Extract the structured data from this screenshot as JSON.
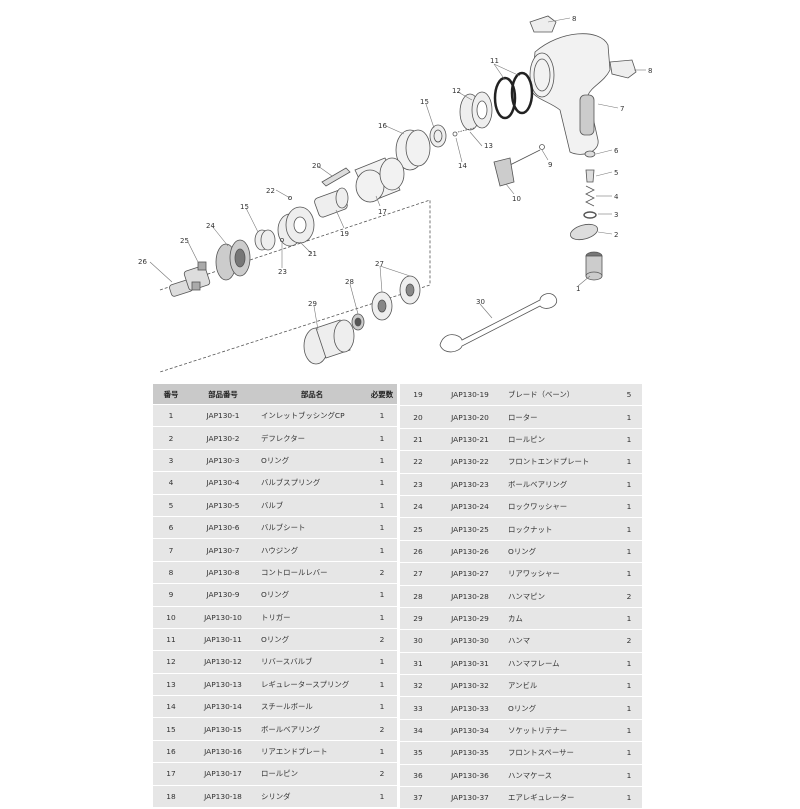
{
  "diagram": {
    "callouts": [
      "1",
      "2",
      "3",
      "4",
      "5",
      "6",
      "7",
      "8",
      "8",
      "9",
      "10",
      "11",
      "12",
      "13",
      "14",
      "15",
      "15",
      "16",
      "17",
      "19",
      "20",
      "21",
      "22",
      "23",
      "24",
      "25",
      "26",
      "27",
      "28",
      "29",
      "30"
    ]
  },
  "table": {
    "headers": [
      "番号",
      "部品番号",
      "部品名",
      "必要数"
    ],
    "left_rows": [
      {
        "no": "1",
        "part": "JAP130-1",
        "name": "インレットブッシングCP",
        "qty": "1"
      },
      {
        "no": "2",
        "part": "JAP130-2",
        "name": "デフレクター",
        "qty": "1"
      },
      {
        "no": "3",
        "part": "JAP130-3",
        "name": "Oリング",
        "qty": "1"
      },
      {
        "no": "4",
        "part": "JAP130-4",
        "name": "バルブスプリング",
        "qty": "1"
      },
      {
        "no": "5",
        "part": "JAP130-5",
        "name": "バルブ",
        "qty": "1"
      },
      {
        "no": "6",
        "part": "JAP130-6",
        "name": "バルブシート",
        "qty": "1"
      },
      {
        "no": "7",
        "part": "JAP130-7",
        "name": "ハウジング",
        "qty": "1"
      },
      {
        "no": "8",
        "part": "JAP130-8",
        "name": "コントロールレバー",
        "qty": "2"
      },
      {
        "no": "9",
        "part": "JAP130-9",
        "name": "Oリング",
        "qty": "1"
      },
      {
        "no": "10",
        "part": "JAP130-10",
        "name": "トリガー",
        "qty": "1"
      },
      {
        "no": "11",
        "part": "JAP130-11",
        "name": "Oリング",
        "qty": "2"
      },
      {
        "no": "12",
        "part": "JAP130-12",
        "name": "リバースバルブ",
        "qty": "1"
      },
      {
        "no": "13",
        "part": "JAP130-13",
        "name": "レギュレータースプリング",
        "qty": "1"
      },
      {
        "no": "14",
        "part": "JAP130-14",
        "name": "スチールボール",
        "qty": "1"
      },
      {
        "no": "15",
        "part": "JAP130-15",
        "name": "ボールベアリング",
        "qty": "2"
      },
      {
        "no": "16",
        "part": "JAP130-16",
        "name": "リアエンドプレート",
        "qty": "1"
      },
      {
        "no": "17",
        "part": "JAP130-17",
        "name": "ロールピン",
        "qty": "2"
      },
      {
        "no": "18",
        "part": "JAP130-18",
        "name": "シリンダ",
        "qty": "1"
      }
    ],
    "right_rows": [
      {
        "no": "19",
        "part": "JAP130-19",
        "name": "ブレード（ベーン）",
        "qty": "5"
      },
      {
        "no": "20",
        "part": "JAP130-20",
        "name": "ローター",
        "qty": "1"
      },
      {
        "no": "21",
        "part": "JAP130-21",
        "name": "ロールピン",
        "qty": "1"
      },
      {
        "no": "22",
        "part": "JAP130-22",
        "name": "フロントエンドプレート",
        "qty": "1"
      },
      {
        "no": "23",
        "part": "JAP130-23",
        "name": "ボールベアリング",
        "qty": "1"
      },
      {
        "no": "24",
        "part": "JAP130-24",
        "name": "ロックワッシャー",
        "qty": "1"
      },
      {
        "no": "25",
        "part": "JAP130-25",
        "name": "ロックナット",
        "qty": "1"
      },
      {
        "no": "26",
        "part": "JAP130-26",
        "name": "Oリング",
        "qty": "1"
      },
      {
        "no": "27",
        "part": "JAP130-27",
        "name": "リアワッシャー",
        "qty": "1"
      },
      {
        "no": "28",
        "part": "JAP130-28",
        "name": "ハンマピン",
        "qty": "2"
      },
      {
        "no": "29",
        "part": "JAP130-29",
        "name": "カム",
        "qty": "1"
      },
      {
        "no": "30",
        "part": "JAP130-30",
        "name": "ハンマ",
        "qty": "2"
      },
      {
        "no": "31",
        "part": "JAP130-31",
        "name": "ハンマフレーム",
        "qty": "1"
      },
      {
        "no": "32",
        "part": "JAP130-32",
        "name": "アンビル",
        "qty": "1"
      },
      {
        "no": "33",
        "part": "JAP130-33",
        "name": "Oリング",
        "qty": "1"
      },
      {
        "no": "34",
        "part": "JAP130-34",
        "name": "ソケットリテナー",
        "qty": "1"
      },
      {
        "no": "35",
        "part": "JAP130-35",
        "name": "フロントスペーサー",
        "qty": "1"
      },
      {
        "no": "36",
        "part": "JAP130-36",
        "name": "ハンマケース",
        "qty": "1"
      },
      {
        "no": "37",
        "part": "JAP130-37",
        "name": "エアレギュレーター",
        "qty": "1"
      }
    ]
  }
}
